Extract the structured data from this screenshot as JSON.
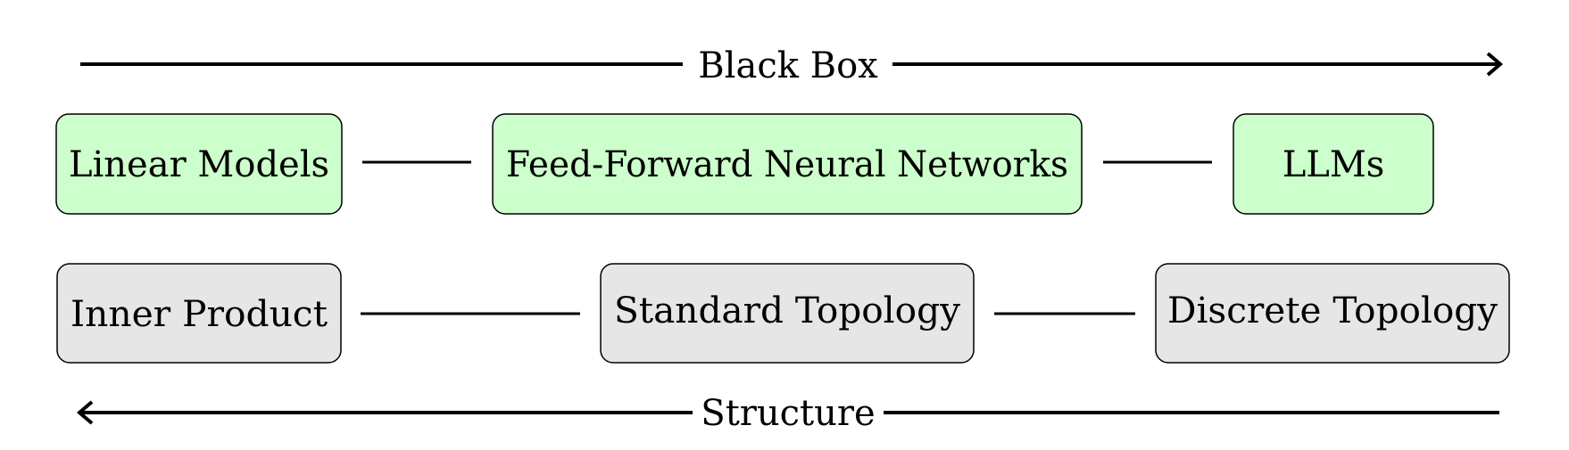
{
  "axes": {
    "black_box": {
      "label": "Black Box",
      "direction": "right"
    },
    "structure": {
      "label": "Structure",
      "direction": "left"
    }
  },
  "rows": {
    "models": {
      "fill": "#ccffcc",
      "items": [
        "Linear Models",
        "Feed-Forward Neural Networks",
        "LLMs"
      ]
    },
    "topologies": {
      "fill": "#e6e6e6",
      "items": [
        "Inner Product",
        "Standard Topology",
        "Discrete Topology"
      ]
    }
  }
}
